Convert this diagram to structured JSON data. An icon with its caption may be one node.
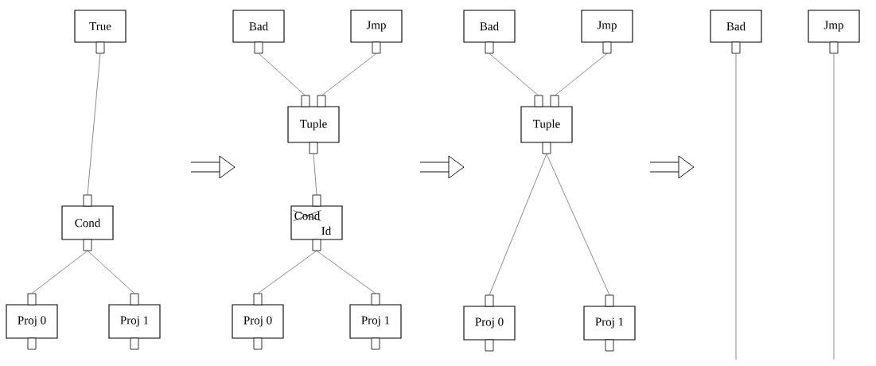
{
  "diagram": {
    "nodes": [
      {
        "text": [
          "True"
        ]
      },
      {
        "text": [
          "Cond"
        ]
      },
      {
        "text": [
          "Proj 0"
        ]
      },
      {
        "text": [
          "Proj 1"
        ]
      },
      {
        "text": [
          "Bad"
        ]
      },
      {
        "text": [
          "Jmp"
        ]
      },
      {
        "text": [
          "Tuple"
        ]
      },
      {
        "text": [
          "Cond",
          "Id"
        ]
      },
      {
        "text": [
          "Proj 0"
        ]
      },
      {
        "text": [
          "Proj 1"
        ]
      },
      {
        "text": [
          "Bad"
        ]
      },
      {
        "text": [
          "Jmp"
        ]
      },
      {
        "text": [
          "Tuple"
        ]
      },
      {
        "text": [
          "Proj 0"
        ]
      },
      {
        "text": [
          "Proj 1"
        ]
      },
      {
        "text": [
          "Bad"
        ]
      },
      {
        "text": [
          "Jmp"
        ]
      }
    ],
    "edges": [
      {
        "from": 0,
        "to": 1,
        "arrow": "none"
      },
      {
        "from": 1,
        "to": 2,
        "arrow": "none"
      },
      {
        "from": 1,
        "to": 3,
        "arrow": "none"
      },
      {
        "from": 4,
        "to": 6,
        "arrow": "none"
      },
      {
        "from": 5,
        "to": 6,
        "arrow": "none"
      },
      {
        "from": 6,
        "to": 7,
        "arrow": "none"
      },
      {
        "from": 7,
        "to": 8,
        "arrow": "none"
      },
      {
        "from": 7,
        "to": 9,
        "arrow": "none"
      },
      {
        "from": 10,
        "to": 12,
        "arrow": "none"
      },
      {
        "from": 11,
        "to": 12,
        "arrow": "none"
      },
      {
        "from": 12,
        "to": 13,
        "arrow": "none"
      },
      {
        "from": 12,
        "to": 14,
        "arrow": "none"
      },
      {
        "from": 15,
        "to": null,
        "arrow": "none"
      },
      {
        "from": 16,
        "to": null,
        "arrow": "none"
      }
    ]
  }
}
